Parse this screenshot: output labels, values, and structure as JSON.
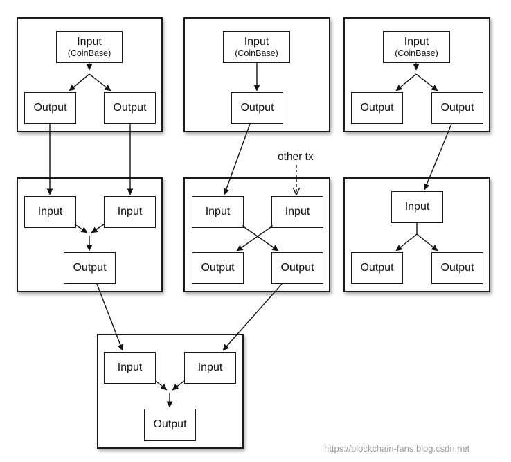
{
  "labels": {
    "input": "Input",
    "coinbase": "(CoinBase)",
    "output": "Output",
    "other_tx": "other tx"
  },
  "watermark": "https://blockchain-fans.blog.csdn.net"
}
